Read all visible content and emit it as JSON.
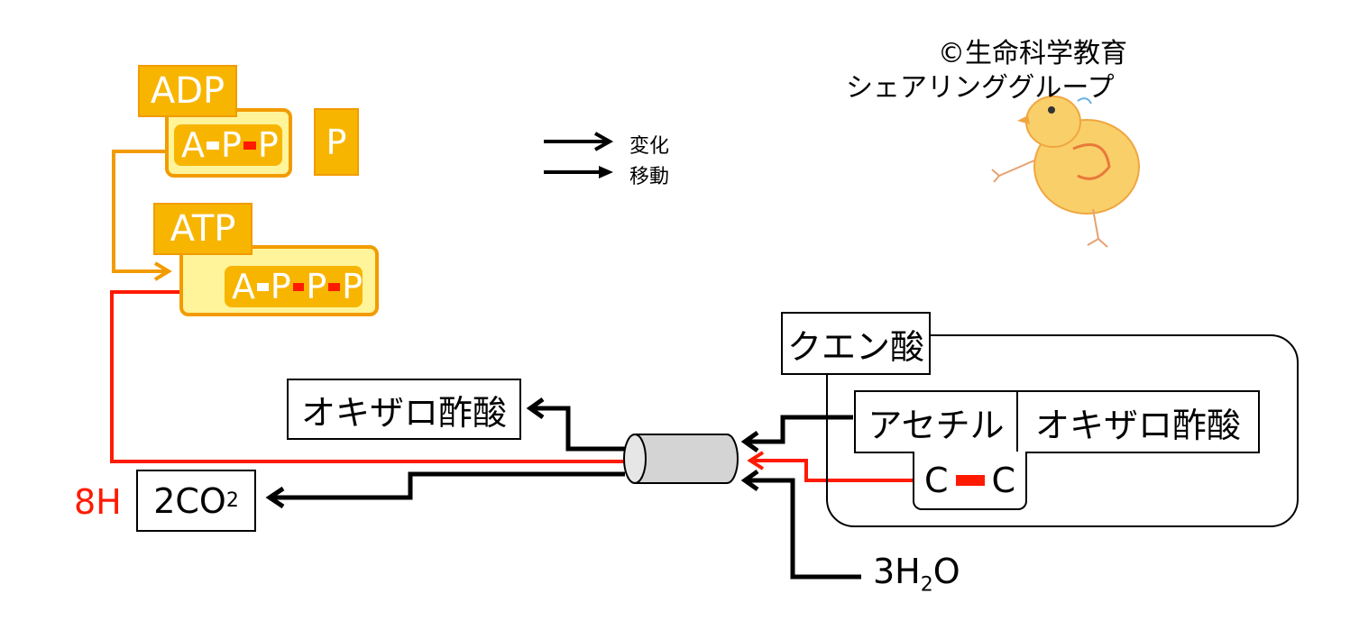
{
  "copyright": {
    "line1": "©生命科学教育",
    "line2": "シェアリンググループ"
  },
  "legend": {
    "change_label": "変化",
    "move_label": "移動"
  },
  "adp": {
    "label": "ADP",
    "chain": [
      "A",
      "P",
      "P"
    ]
  },
  "phosphate": {
    "label": "P"
  },
  "atp": {
    "label": "ATP",
    "chain": [
      "A",
      "P",
      "P",
      "P"
    ]
  },
  "citric": {
    "label": "クエン酸",
    "acetyl": "アセチル",
    "oxalo": "オキザロ酢酸",
    "cc": [
      "C",
      "C"
    ]
  },
  "output_oxalo": "オキザロ酢酸",
  "co2": {
    "prefix": "2CO",
    "sub": "2"
  },
  "hydrogen": "8H",
  "water": {
    "prefix": "3H",
    "sub": "2",
    "suffix": "O"
  },
  "colors": {
    "orange": "#f29b00",
    "label_orange": "#f7b500",
    "card_yellow": "#fff49a",
    "red": "#ff1a00",
    "black": "#000000"
  }
}
